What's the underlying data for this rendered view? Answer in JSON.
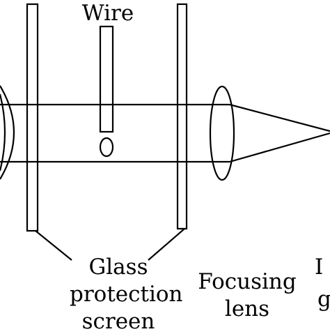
{
  "labels": {
    "wire": "Wire",
    "glass_screen": [
      "Glass",
      "protection",
      "screen"
    ],
    "focusing_lens": [
      "Focusing",
      "lens"
    ],
    "cut_edge": [
      "I",
      "g"
    ]
  },
  "colors": {
    "stroke": "#000000",
    "background": "#ffffff"
  }
}
